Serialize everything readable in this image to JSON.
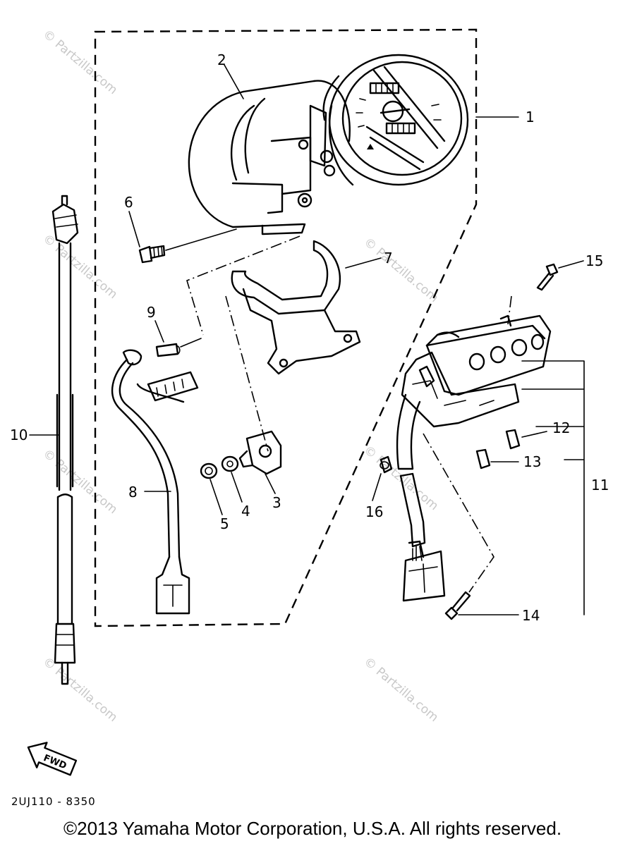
{
  "diagram": {
    "callouts": [
      {
        "id": "1",
        "label": "1"
      },
      {
        "id": "2",
        "label": "2"
      },
      {
        "id": "3",
        "label": "3"
      },
      {
        "id": "4",
        "label": "4"
      },
      {
        "id": "5",
        "label": "5"
      },
      {
        "id": "6",
        "label": "6"
      },
      {
        "id": "7",
        "label": "7"
      },
      {
        "id": "8",
        "label": "8"
      },
      {
        "id": "9",
        "label": "9"
      },
      {
        "id": "10",
        "label": "10"
      },
      {
        "id": "11",
        "label": "11"
      },
      {
        "id": "12",
        "label": "12"
      },
      {
        "id": "13",
        "label": "13"
      },
      {
        "id": "14",
        "label": "14"
      },
      {
        "id": "15",
        "label": "15"
      },
      {
        "id": "16",
        "label": "16"
      }
    ],
    "diagram_code": "2UJ110 - 8350",
    "direction_arrow_text": "FWD",
    "watermark_text": "© Partzilla.com"
  },
  "footer": {
    "copyright": "©2013 Yamaha Motor Corporation, U.S.A. All rights reserved."
  }
}
